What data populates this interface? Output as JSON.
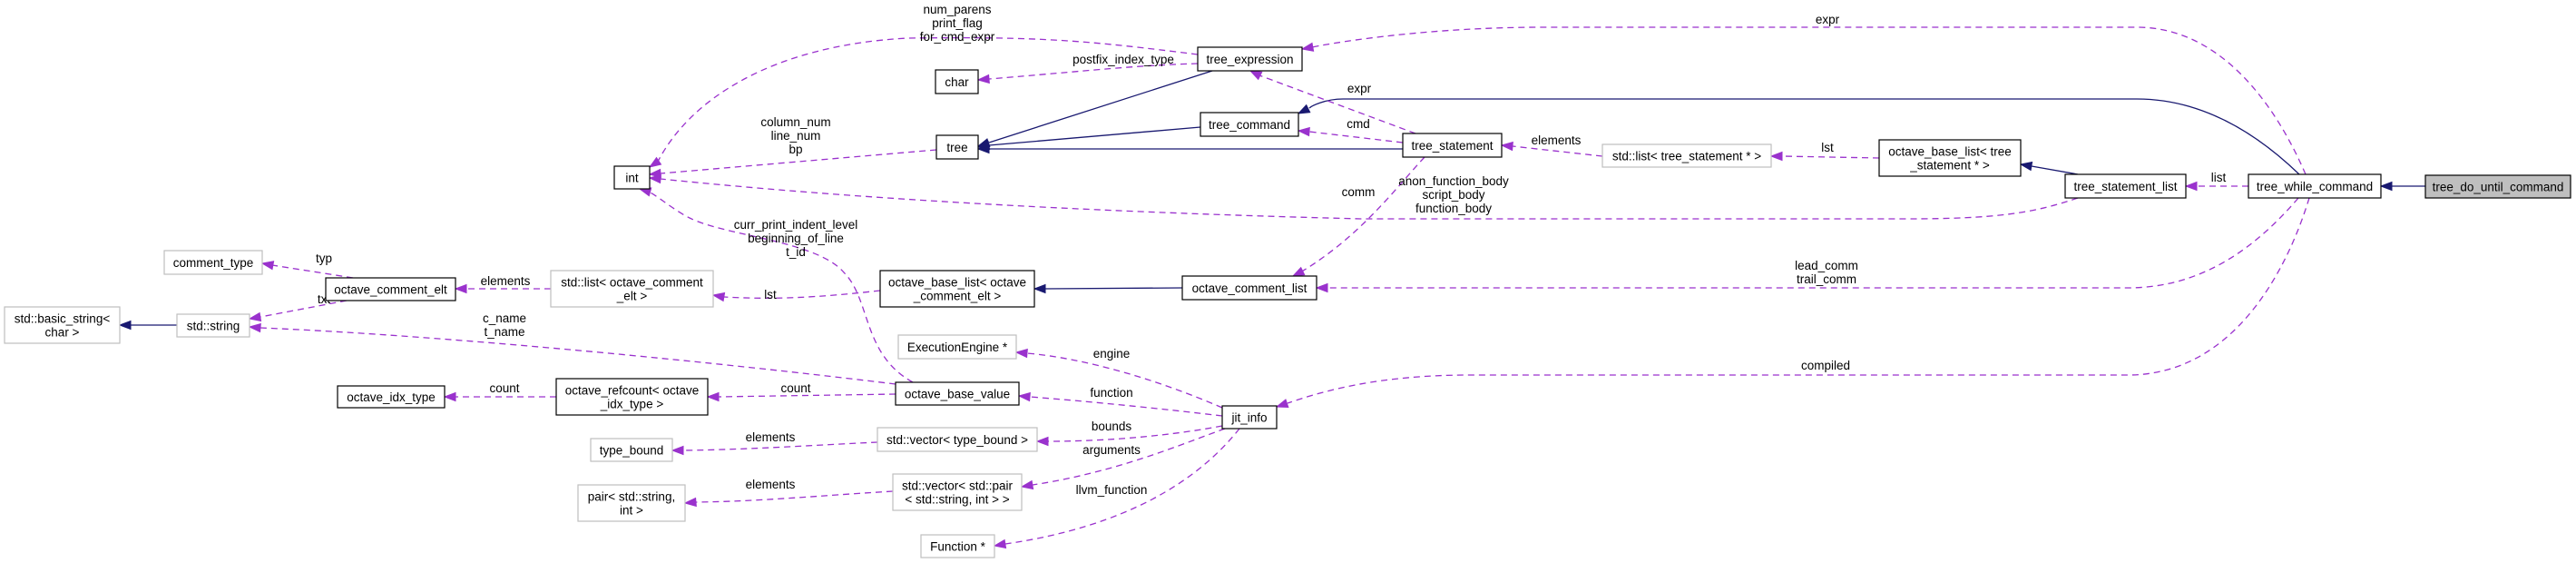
{
  "title": "tree_do_until_command collaboration diagram",
  "colors": {
    "inheritance_edge": "#191970",
    "usage_edge": "#9a32cd",
    "focus_fill": "#bfbfbf",
    "documented_border": "#000000",
    "external_border": "#bfbfbf"
  },
  "nodes": [
    {
      "id": "tree_do_until_command",
      "label": [
        "tree_do_until_command"
      ],
      "kind": "focus"
    },
    {
      "id": "tree_while_command",
      "label": [
        "tree_while_command"
      ],
      "kind": "doc"
    },
    {
      "id": "tree_statement_list",
      "label": [
        "tree_statement_list"
      ],
      "kind": "doc"
    },
    {
      "id": "octave_base_list_tree_statement",
      "label": [
        "octave_base_list< tree",
        "_statement * >"
      ],
      "kind": "doc"
    },
    {
      "id": "std_list_tree_statement",
      "label": [
        "std::list< tree_statement * >"
      ],
      "kind": "ext"
    },
    {
      "id": "tree_statement",
      "label": [
        "tree_statement"
      ],
      "kind": "doc"
    },
    {
      "id": "tree_expression",
      "label": [
        "tree_expression"
      ],
      "kind": "doc"
    },
    {
      "id": "tree_command",
      "label": [
        "tree_command"
      ],
      "kind": "doc"
    },
    {
      "id": "tree",
      "label": [
        "tree"
      ],
      "kind": "doc"
    },
    {
      "id": "char",
      "label": [
        "char"
      ],
      "kind": "doc"
    },
    {
      "id": "int",
      "label": [
        "int"
      ],
      "kind": "doc"
    },
    {
      "id": "octave_comment_list",
      "label": [
        "octave_comment_list"
      ],
      "kind": "doc"
    },
    {
      "id": "octave_base_list_comment_elt",
      "label": [
        "octave_base_list< octave",
        "_comment_elt >"
      ],
      "kind": "doc"
    },
    {
      "id": "std_list_comment_elt",
      "label": [
        "std::list< octave_comment",
        "_elt >"
      ],
      "kind": "ext"
    },
    {
      "id": "octave_comment_elt",
      "label": [
        "octave_comment_elt"
      ],
      "kind": "doc"
    },
    {
      "id": "comment_type",
      "label": [
        "comment_type"
      ],
      "kind": "ext"
    },
    {
      "id": "std_string",
      "label": [
        "std::string"
      ],
      "kind": "ext"
    },
    {
      "id": "std_basic_string",
      "label": [
        "std::basic_string<",
        "char >"
      ],
      "kind": "ext"
    },
    {
      "id": "jit_info",
      "label": [
        "jit_info"
      ],
      "kind": "doc"
    },
    {
      "id": "execution_engine",
      "label": [
        "ExecutionEngine *"
      ],
      "kind": "ext"
    },
    {
      "id": "octave_base_value",
      "label": [
        "octave_base_value"
      ],
      "kind": "doc"
    },
    {
      "id": "octave_refcount",
      "label": [
        "octave_refcount< octave",
        "_idx_type >"
      ],
      "kind": "doc"
    },
    {
      "id": "octave_idx_type",
      "label": [
        "octave_idx_type"
      ],
      "kind": "doc"
    },
    {
      "id": "std_vector_type_bound",
      "label": [
        "std::vector< type_bound >"
      ],
      "kind": "ext"
    },
    {
      "id": "type_bound",
      "label": [
        "type_bound"
      ],
      "kind": "ext"
    },
    {
      "id": "std_vector_pair",
      "label": [
        "std::vector< std::pair",
        "< std::string, int > >"
      ],
      "kind": "ext"
    },
    {
      "id": "pair_string_int",
      "label": [
        "pair< std::string,",
        "int >"
      ],
      "kind": "ext"
    },
    {
      "id": "function_ptr",
      "label": [
        "Function *"
      ],
      "kind": "ext"
    }
  ],
  "edges": [
    {
      "from": "tree_do_until_command",
      "to": "tree_while_command",
      "type": "inheritance",
      "label": []
    },
    {
      "from": "tree_while_command",
      "to": "tree_command",
      "type": "inheritance",
      "label": []
    },
    {
      "from": "tree_while_command",
      "to": "tree_expression",
      "type": "usage",
      "label": [
        "expr"
      ]
    },
    {
      "from": "tree_while_command",
      "to": "tree_statement_list",
      "type": "usage",
      "label": [
        "list"
      ]
    },
    {
      "from": "tree_while_command",
      "to": "octave_comment_list",
      "type": "usage",
      "label": [
        "lead_comm",
        "trail_comm"
      ]
    },
    {
      "from": "tree_while_command",
      "to": "jit_info",
      "type": "usage",
      "label": [
        "compiled"
      ]
    },
    {
      "from": "tree_statement_list",
      "to": "octave_base_list_tree_statement",
      "type": "inheritance",
      "label": []
    },
    {
      "from": "tree_statement_list",
      "to": "int",
      "type": "usage",
      "label": [
        "anon_function_body",
        "script_body",
        "function_body"
      ]
    },
    {
      "from": "octave_base_list_tree_statement",
      "to": "std_list_tree_statement",
      "type": "usage",
      "label": [
        "lst"
      ]
    },
    {
      "from": "std_list_tree_statement",
      "to": "tree_statement",
      "type": "usage",
      "label": [
        "elements"
      ]
    },
    {
      "from": "tree_statement",
      "to": "tree",
      "type": "inheritance",
      "label": []
    },
    {
      "from": "tree_statement",
      "to": "tree_expression",
      "type": "usage",
      "label": [
        "expr"
      ]
    },
    {
      "from": "tree_statement",
      "to": "tree_command",
      "type": "usage",
      "label": [
        "cmd"
      ]
    },
    {
      "from": "tree_statement",
      "to": "octave_comment_list",
      "type": "usage",
      "label": [
        "comm"
      ]
    },
    {
      "from": "tree_expression",
      "to": "tree",
      "type": "inheritance",
      "label": []
    },
    {
      "from": "tree_expression",
      "to": "char",
      "type": "usage",
      "label": [
        "postfix_index_type"
      ]
    },
    {
      "from": "tree_expression",
      "to": "int",
      "type": "usage",
      "label": [
        "num_parens",
        "print_flag",
        "for_cmd_expr"
      ]
    },
    {
      "from": "tree_command",
      "to": "tree",
      "type": "inheritance",
      "label": []
    },
    {
      "from": "tree",
      "to": "int",
      "type": "usage",
      "label": [
        "column_num",
        "line_num",
        "bp"
      ]
    },
    {
      "from": "octave_comment_list",
      "to": "octave_base_list_comment_elt",
      "type": "inheritance",
      "label": []
    },
    {
      "from": "octave_base_list_comment_elt",
      "to": "std_list_comment_elt",
      "type": "usage",
      "label": [
        "lst"
      ]
    },
    {
      "from": "std_list_comment_elt",
      "to": "octave_comment_elt",
      "type": "usage",
      "label": [
        "elements"
      ]
    },
    {
      "from": "octave_comment_elt",
      "to": "comment_type",
      "type": "usage",
      "label": [
        "typ"
      ]
    },
    {
      "from": "octave_comment_elt",
      "to": "std_string",
      "type": "usage",
      "label": [
        "txt"
      ]
    },
    {
      "from": "std_string",
      "to": "std_basic_string",
      "type": "inheritance",
      "label": []
    },
    {
      "from": "octave_base_value",
      "to": "int",
      "type": "usage",
      "label": [
        "curr_print_indent_level",
        "beginning_of_line",
        "t_id"
      ]
    },
    {
      "from": "octave_base_value",
      "to": "std_string",
      "type": "usage",
      "label": [
        "c_name",
        "t_name"
      ]
    },
    {
      "from": "octave_base_value",
      "to": "octave_refcount",
      "type": "usage",
      "label": [
        "count"
      ]
    },
    {
      "from": "octave_refcount",
      "to": "octave_idx_type",
      "type": "usage",
      "label": [
        "count"
      ]
    },
    {
      "from": "jit_info",
      "to": "execution_engine",
      "type": "usage",
      "label": [
        "engine"
      ]
    },
    {
      "from": "jit_info",
      "to": "octave_base_value",
      "type": "usage",
      "label": [
        "function"
      ]
    },
    {
      "from": "jit_info",
      "to": "std_vector_type_bound",
      "type": "usage",
      "label": [
        "bounds"
      ]
    },
    {
      "from": "jit_info",
      "to": "std_vector_pair",
      "type": "usage",
      "label": [
        "arguments"
      ]
    },
    {
      "from": "jit_info",
      "to": "function_ptr",
      "type": "usage",
      "label": [
        "llvm_function"
      ]
    },
    {
      "from": "std_vector_type_bound",
      "to": "type_bound",
      "type": "usage",
      "label": [
        "elements"
      ]
    },
    {
      "from": "std_vector_pair",
      "to": "pair_string_int",
      "type": "usage",
      "label": [
        "elements"
      ]
    }
  ]
}
